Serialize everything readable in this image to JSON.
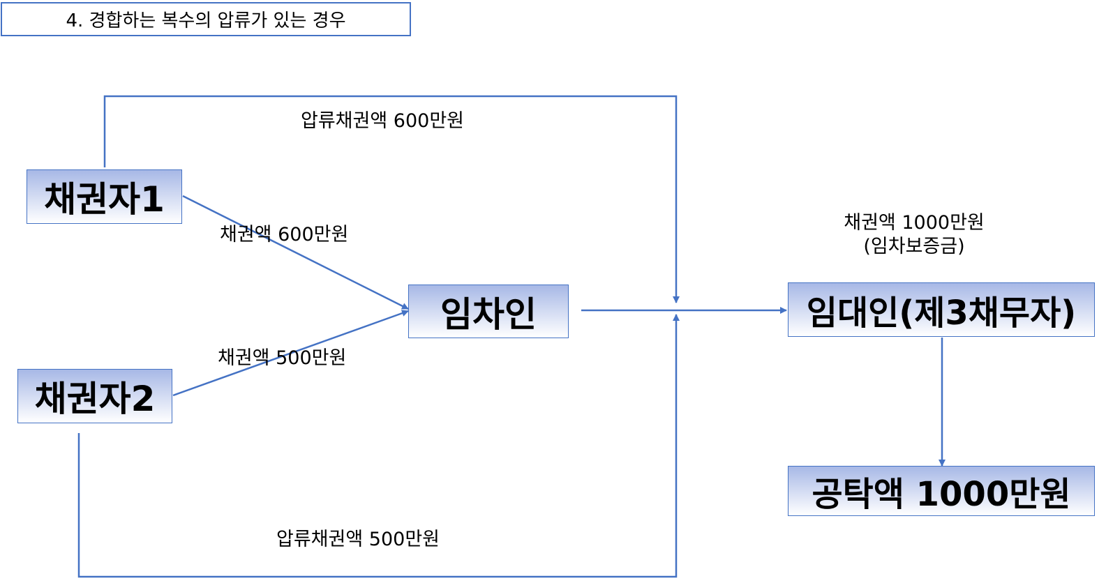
{
  "title": "4. 경합하는 복수의 압류가 있는 경우",
  "nodes": {
    "creditor1": "채권자1",
    "creditor2": "채권자2",
    "tenant": "임차인",
    "landlord": "임대인(제3채무자)",
    "deposit": "공탁액 1000만원"
  },
  "labels": {
    "seizure1": "압류채권액 600만원",
    "claim1": "채권액 600만원",
    "claim2": "채권액 500만원",
    "seizure2": "압류채권액 500만원",
    "tenant_claim_line1": "채권액 1000만원",
    "tenant_claim_line2": "(임차보증금)"
  },
  "colors": {
    "line": "#4472c4",
    "box_border": "#4472c4",
    "box_fill_top": "#a7b8e6",
    "box_fill_bottom": "#ffffff"
  }
}
